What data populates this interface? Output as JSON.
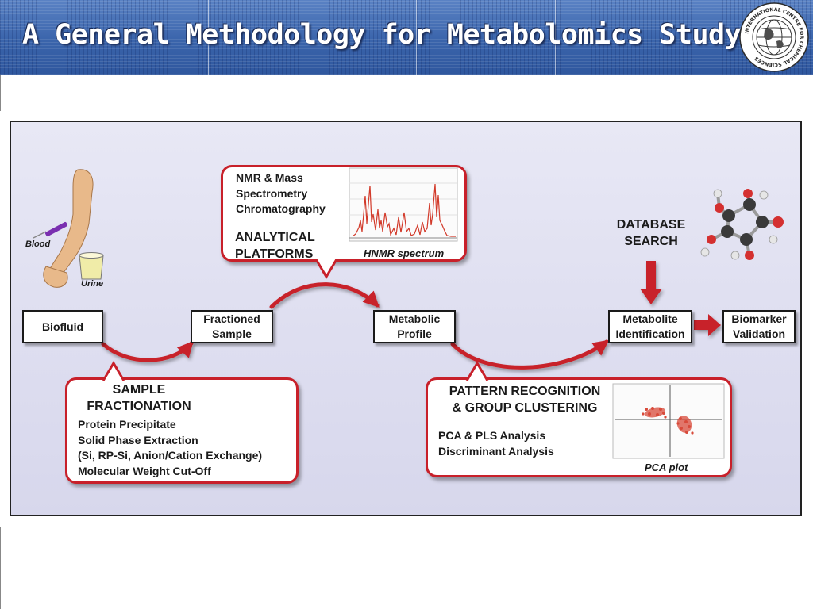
{
  "slide": {
    "title": "A General Methodology for Metabolomics Study"
  },
  "colors": {
    "callout_border": "#c8202a",
    "arrow": "#c8202a",
    "header": "#3c66ad",
    "diagram_background": "#dcdcf0"
  },
  "logo": {
    "text": "INTERNATIONAL CENTRE FOR CHEMICAL SCIENCES",
    "icon": "globe-seal-icon"
  },
  "illustration": {
    "blood_label": "Blood",
    "urine_label": "Urine"
  },
  "nodes": {
    "biofluid": "Biofluid",
    "fractioned_sample": "Fractioned\nSample",
    "metabolic_profile": "Metabolic\nProfile",
    "metabolite_identification": "Metabolite\nIdentification",
    "biomarker_validation": "Biomarker\nValidation"
  },
  "analytical": {
    "methods": "NMR & Mass\nSpectrometry\nChromatography",
    "title": "ANALYTICAL\nPLATFORMS",
    "caption": "HNMR spectrum"
  },
  "sample_fractionation": {
    "title": "SAMPLE\nFRACTIONATION",
    "items": "Protein Precipitate\nSolid Phase Extraction\n(Si, RP-Si, Anion/Cation Exchange)\nMolecular Weight Cut-Off"
  },
  "pattern_recognition": {
    "title": "PATTERN RECOGNITION\n& GROUP CLUSTERING",
    "items": "PCA & PLS Analysis\nDiscriminant Analysis",
    "caption": "PCA plot"
  },
  "database": {
    "title": "DATABASE\nSEARCH"
  }
}
